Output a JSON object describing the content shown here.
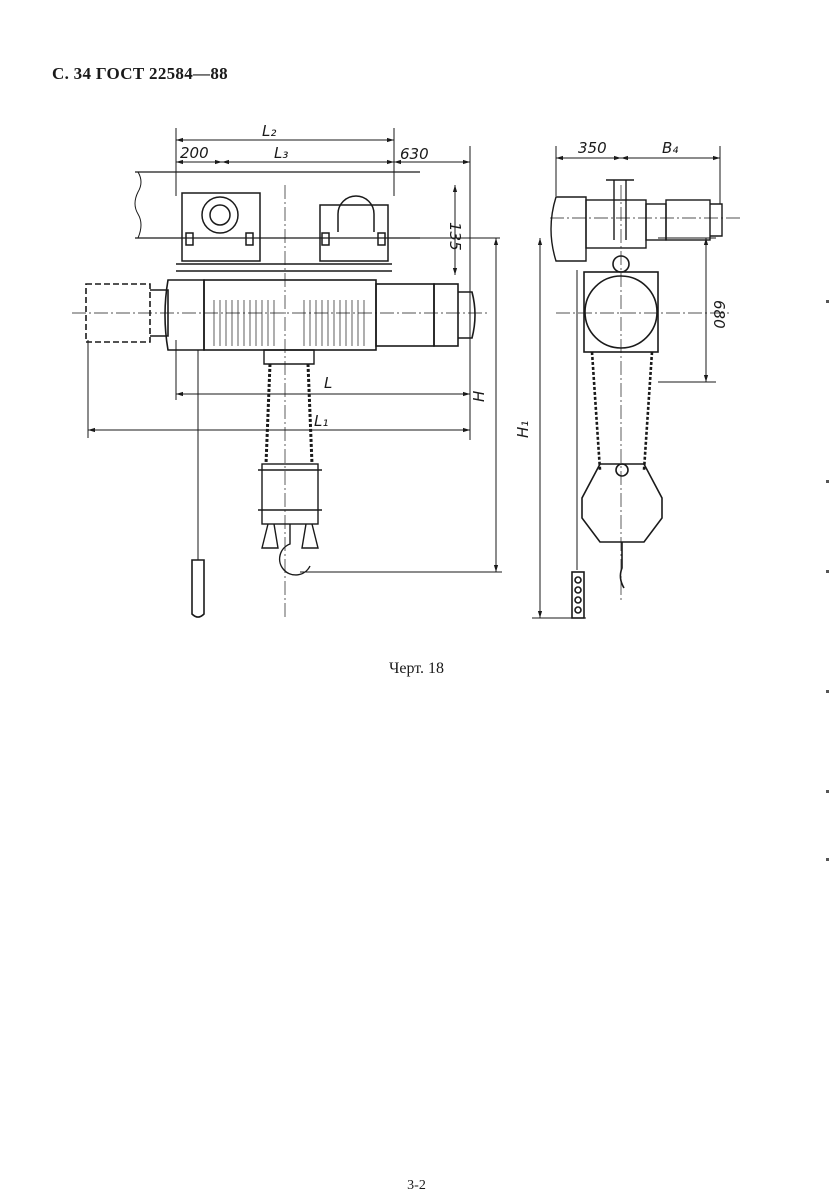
{
  "header": {
    "text": "С. 34 ГОСТ 22584—88"
  },
  "drawing": {
    "dimensions": {
      "l2": "L₂",
      "d200": "200",
      "l3": "L₃",
      "d630": "630",
      "d135": "135",
      "l": "L",
      "l1": "L₁",
      "h": "H",
      "h1": "H₁",
      "d350": "350",
      "b4": "B₄",
      "d680": "680"
    }
  },
  "caption": {
    "text": "Черт. 18"
  },
  "footer": {
    "page_number": "3-2"
  },
  "colors": {
    "ink": "#1a1a1a",
    "paper": "#ffffff"
  }
}
